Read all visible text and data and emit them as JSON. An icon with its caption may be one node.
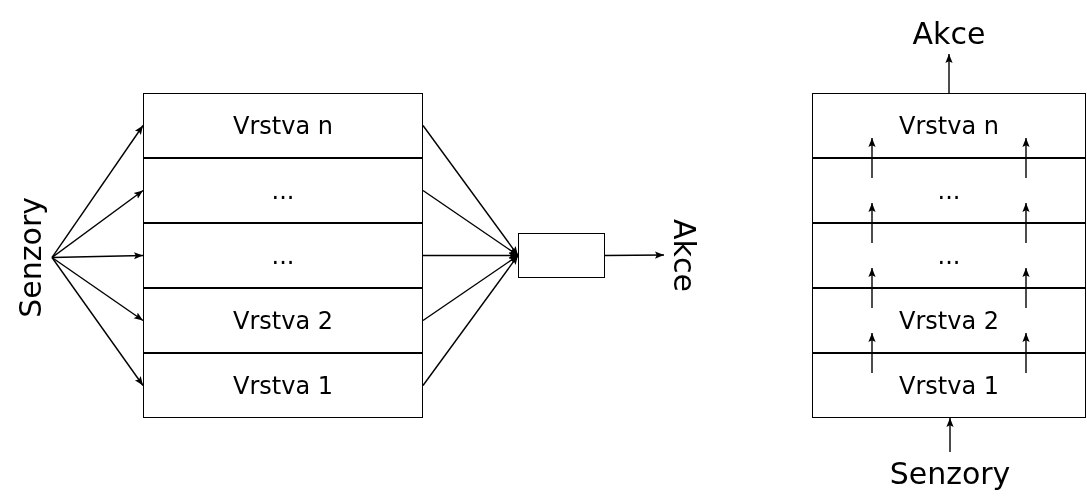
{
  "diagram": {
    "nodes": [
      {
        "text": [
          "Senzory"
        ]
      },
      {
        "text": [
          "Vrstva n"
        ]
      },
      {
        "text": [
          "..."
        ]
      },
      {
        "text": [
          "..."
        ]
      },
      {
        "text": [
          "Vrstva 2"
        ]
      },
      {
        "text": [
          "Vrstva 1"
        ]
      },
      {
        "text": [],
        "shape": "box"
      },
      {
        "text": [
          "Akce"
        ]
      },
      {
        "text": [
          "Akce"
        ]
      },
      {
        "text": [
          "Vrstva n"
        ]
      },
      {
        "text": [
          "..."
        ]
      },
      {
        "text": [
          "..."
        ]
      },
      {
        "text": [
          "Vrstva 2"
        ]
      },
      {
        "text": [
          "Vrstva 1"
        ]
      },
      {
        "text": [
          "Senzory"
        ]
      }
    ],
    "edges": [
      {
        "from": 0,
        "to": 1,
        "arrow": "to"
      },
      {
        "from": 0,
        "to": 2,
        "arrow": "to"
      },
      {
        "from": 0,
        "to": 3,
        "arrow": "to"
      },
      {
        "from": 0,
        "to": 4,
        "arrow": "to"
      },
      {
        "from": 0,
        "to": 5,
        "arrow": "to"
      },
      {
        "from": 1,
        "to": 6,
        "arrow": "to"
      },
      {
        "from": 2,
        "to": 6,
        "arrow": "to"
      },
      {
        "from": 3,
        "to": 6,
        "arrow": "to"
      },
      {
        "from": 4,
        "to": 6,
        "arrow": "to"
      },
      {
        "from": 5,
        "to": 6,
        "arrow": "to"
      },
      {
        "from": 6,
        "to": 7,
        "arrow": "to"
      },
      {
        "from": 9,
        "to": 8,
        "arrow": "to"
      },
      {
        "from": 10,
        "to": 9,
        "arrow": "to"
      },
      {
        "from": 10,
        "to": 9,
        "arrow": "to"
      },
      {
        "from": 11,
        "to": 10,
        "arrow": "to"
      },
      {
        "from": 11,
        "to": 10,
        "arrow": "to"
      },
      {
        "from": 12,
        "to": 11,
        "arrow": "to"
      },
      {
        "from": 12,
        "to": 11,
        "arrow": "to"
      },
      {
        "from": 13,
        "to": 12,
        "arrow": "to"
      },
      {
        "from": 13,
        "to": 12,
        "arrow": "to"
      },
      {
        "from": 14,
        "to": 13,
        "arrow": "to"
      }
    ]
  }
}
